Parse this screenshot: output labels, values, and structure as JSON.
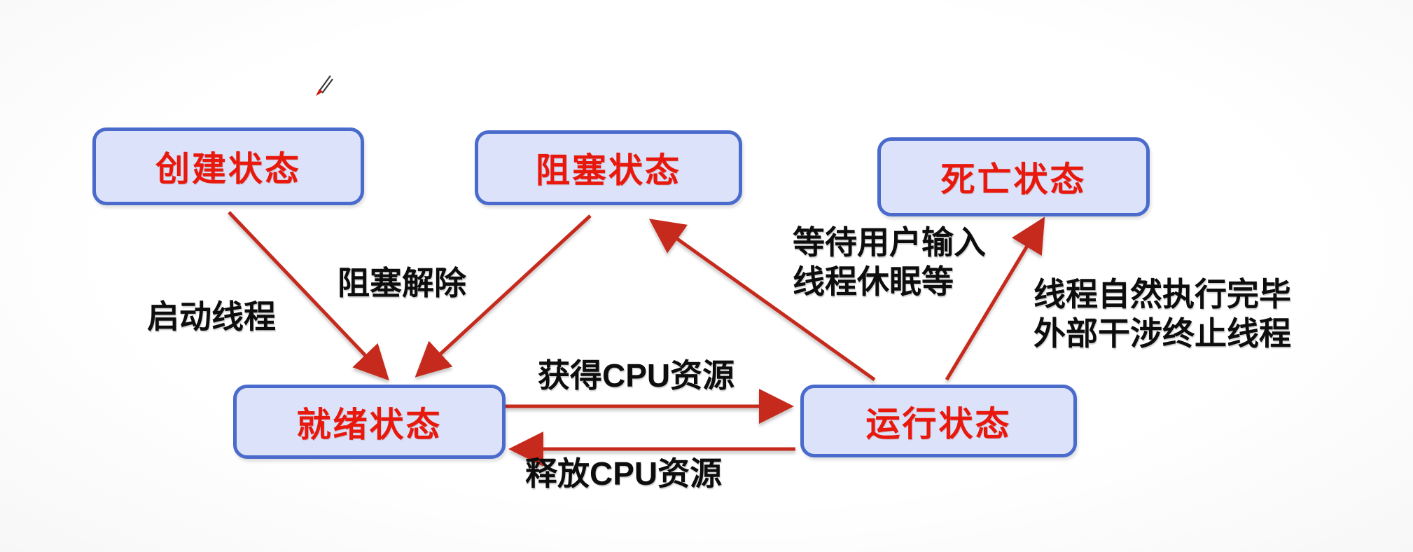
{
  "diagram": "thread-state-transition",
  "colors": {
    "box_fill": "#dbe2f9",
    "box_border": "#4a6bcc",
    "box_text_red": "#e8190c",
    "arrow_red": "#c62b1e",
    "label_black": "#0d0d0d",
    "background": "#fcfcfc"
  },
  "nodes": {
    "created": {
      "label": "创建状态"
    },
    "blocked": {
      "label": "阻塞状态"
    },
    "dead": {
      "label": "死亡状态"
    },
    "ready": {
      "label": "就绪状态"
    },
    "running": {
      "label": "运行状态"
    }
  },
  "edges": [
    {
      "from": "created",
      "to": "ready",
      "label": "启动线程"
    },
    {
      "from": "blocked",
      "to": "ready",
      "label": "阻塞解除"
    },
    {
      "from": "ready",
      "to": "running",
      "label": "获得CPU资源"
    },
    {
      "from": "running",
      "to": "ready",
      "label": "释放CPU资源"
    },
    {
      "from": "running",
      "to": "blocked",
      "lines": [
        "等待用户输入",
        "线程休眠等"
      ]
    },
    {
      "from": "running",
      "to": "dead",
      "lines": [
        "线程自然执行完毕",
        "外部干涉终止线程"
      ]
    }
  ],
  "icons": {
    "pen_cursor": "pen-cursor"
  }
}
